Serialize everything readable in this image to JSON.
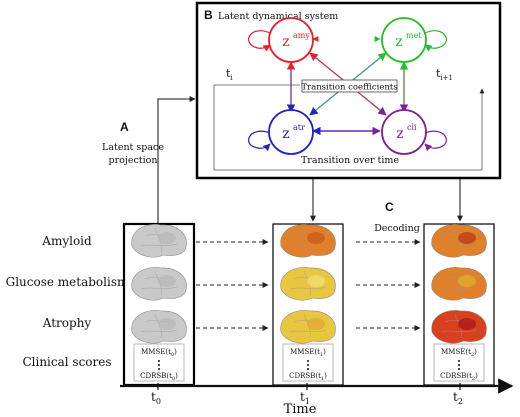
{
  "panels": {
    "A": {
      "letter": "A",
      "label_line1": "Latent space",
      "label_line2": "projection"
    },
    "B": {
      "letter": "B",
      "title": "Latent dynamical system",
      "transition_coefficients": "Transition coefficients",
      "transition_over_time": "Transition over time",
      "t_left": "t",
      "t_left_sub": "i",
      "t_right": "t",
      "t_right_sub": "i+1"
    },
    "C": {
      "letter": "C",
      "label": "Decoding"
    }
  },
  "nodes": [
    {
      "id": "amy",
      "base": "z",
      "sup": "amy",
      "color": "#e8202a"
    },
    {
      "id": "met",
      "base": "z",
      "sup": "met",
      "color": "#22c02a"
    },
    {
      "id": "atr",
      "base": "z",
      "sup": "atr",
      "color": "#2222c8"
    },
    {
      "id": "cli",
      "base": "z",
      "sup": "cli",
      "color": "#7d1fa0"
    }
  ],
  "rows": [
    "Amyloid",
    "Glucose metabolism",
    "Atrophy",
    "Clinical scores"
  ],
  "timepoints": [
    {
      "label": "t",
      "sub": "0",
      "mmse": "MMSE(t",
      "mmse_sub": "0",
      "cdrsb": "CDRSB(t",
      "cdrsb_sub": "0"
    },
    {
      "label": "t",
      "sub": "1",
      "mmse": "MMSE(t",
      "mmse_sub": "1",
      "cdrsb": "CDRSB(t",
      "cdrsb_sub": "1"
    },
    {
      "label": "t",
      "sub": "2",
      "mmse": "MMSE(t",
      "mmse_sub": "2",
      "cdrsb": "CDRSB(t",
      "cdrsb_sub": "2"
    }
  ],
  "axis_label": "Time",
  "colors": {
    "brain_grey": "#c9c9c9",
    "brain_orange": "#e0802a",
    "brain_yellow": "#e8c640",
    "brain_red": "#d8401e"
  }
}
